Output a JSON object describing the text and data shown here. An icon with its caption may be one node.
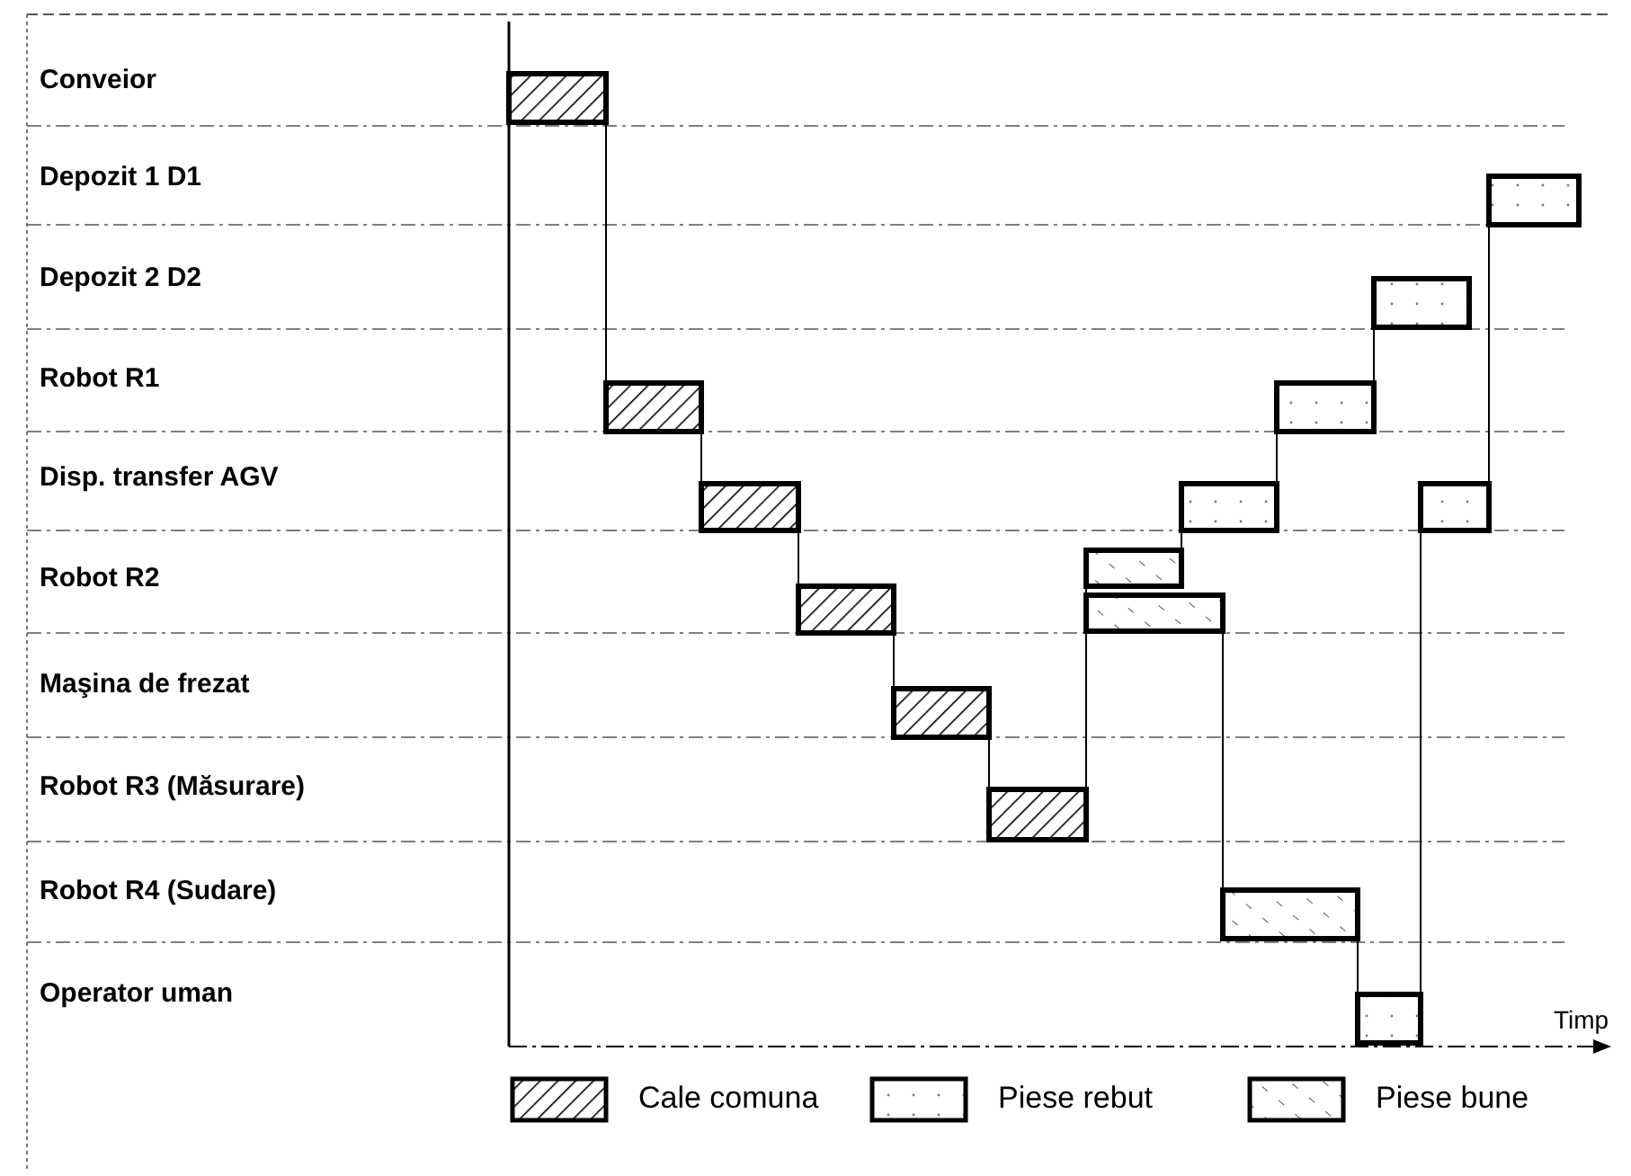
{
  "diagram": {
    "nodes": [
      {
        "text": [],
        "shape": "bar"
      },
      {
        "text": [],
        "shape": "bar"
      },
      {
        "text": [],
        "shape": "bar"
      },
      {
        "text": [],
        "shape": "bar"
      },
      {
        "text": [],
        "shape": "bar"
      },
      {
        "text": [],
        "shape": "bar"
      },
      {
        "text": [],
        "shape": "bar"
      },
      {
        "text": [],
        "shape": "bar"
      },
      {
        "text": [],
        "shape": "bar"
      },
      {
        "text": [],
        "shape": "bar"
      },
      {
        "text": [],
        "shape": "bar"
      },
      {
        "text": [],
        "shape": "bar"
      },
      {
        "text": [],
        "shape": "bar"
      },
      {
        "text": [],
        "shape": "bar"
      },
      {
        "text": [],
        "shape": "bar"
      }
    ],
    "edges": [
      {
        "from": 0,
        "to": 1,
        "arrow": "none"
      },
      {
        "from": 1,
        "to": 2,
        "arrow": "none"
      },
      {
        "from": 2,
        "to": 3,
        "arrow": "none"
      },
      {
        "from": 3,
        "to": 4,
        "arrow": "none"
      },
      {
        "from": 4,
        "to": 5,
        "arrow": "none"
      },
      {
        "from": 5,
        "to": 6,
        "arrow": "none"
      },
      {
        "from": 5,
        "to": 7,
        "arrow": "none"
      },
      {
        "from": 7,
        "to": 8,
        "arrow": "none"
      },
      {
        "from": 8,
        "to": 9,
        "arrow": "none"
      },
      {
        "from": 9,
        "to": 10,
        "arrow": "none"
      },
      {
        "from": 6,
        "to": 11,
        "arrow": "none"
      },
      {
        "from": 11,
        "to": 12,
        "arrow": "none"
      },
      {
        "from": 12,
        "to": 13,
        "arrow": "none"
      },
      {
        "from": 13,
        "to": 14,
        "arrow": "none"
      }
    ],
    "labels": [
      "Conveior",
      "Depozit 1 D1",
      "Depozit 2 D2",
      "Robot R1",
      "Disp. transfer AGV",
      "Robot R2",
      "Maşina de frezat",
      "Robot R3 (Măsurare)",
      "Robot R4 (Sudare)",
      "Operator uman",
      "Timp"
    ],
    "legend": [
      {
        "text": "Cale comuna"
      },
      {
        "text": "Piese rebut"
      },
      {
        "text": "Piese bune"
      }
    ]
  }
}
